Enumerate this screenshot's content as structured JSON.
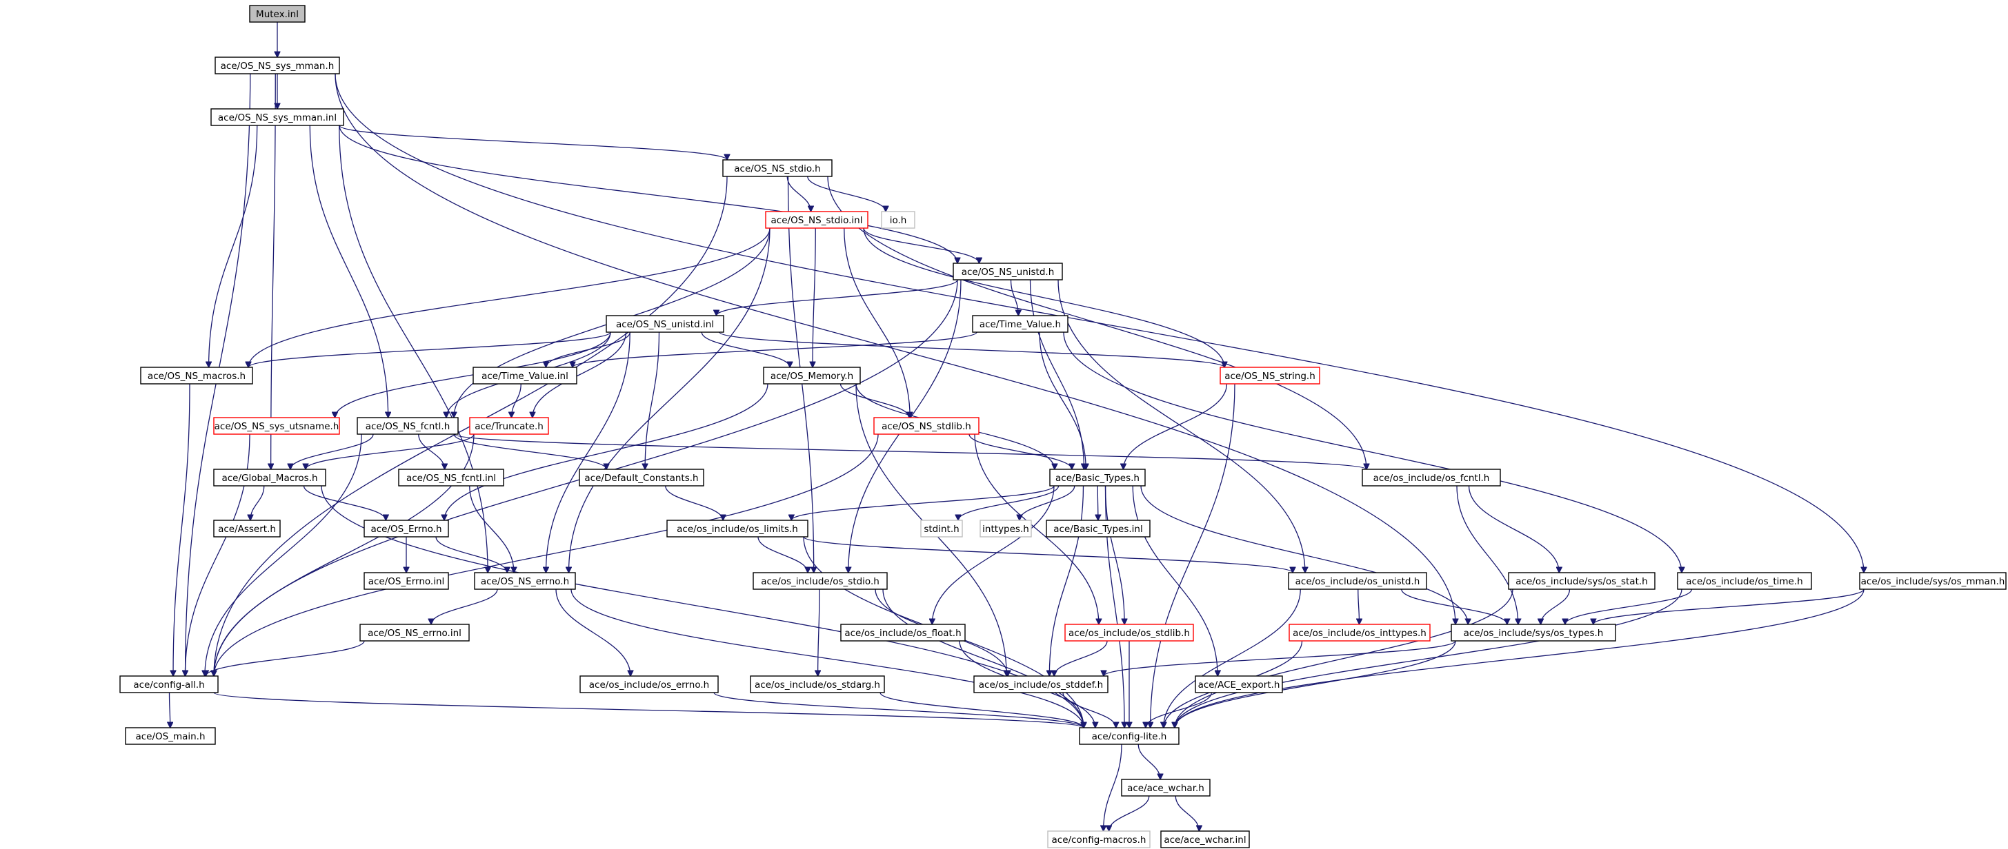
{
  "nodes": [
    {
      "id": "n0",
      "label": "Mutex.inl",
      "style": "root"
    },
    {
      "id": "n1",
      "label": "ace/OS_NS_sys_mman.h",
      "style": "normal"
    },
    {
      "id": "n2",
      "label": "ace/OS_NS_sys_mman.inl",
      "style": "normal"
    },
    {
      "id": "n3",
      "label": "ace/OS_NS_stdio.h",
      "style": "normal"
    },
    {
      "id": "n4",
      "label": "ace/OS_NS_stdio.inl",
      "style": "red"
    },
    {
      "id": "n5",
      "label": "io.h",
      "style": "external"
    },
    {
      "id": "n6",
      "label": "ace/OS_NS_unistd.h",
      "style": "normal"
    },
    {
      "id": "n7",
      "label": "ace/OS_NS_unistd.inl",
      "style": "normal"
    },
    {
      "id": "n8",
      "label": "ace/Time_Value.h",
      "style": "normal"
    },
    {
      "id": "n9",
      "label": "ace/OS_NS_macros.h",
      "style": "normal"
    },
    {
      "id": "n10",
      "label": "ace/Time_Value.inl",
      "style": "normal"
    },
    {
      "id": "n11",
      "label": "ace/OS_Memory.h",
      "style": "normal"
    },
    {
      "id": "n12",
      "label": "ace/OS_NS_string.h",
      "style": "red"
    },
    {
      "id": "n13",
      "label": "ace/OS_NS_sys_utsname.h",
      "style": "red"
    },
    {
      "id": "n14",
      "label": "ace/OS_NS_fcntl.h",
      "style": "normal"
    },
    {
      "id": "n15",
      "label": "ace/Truncate.h",
      "style": "red"
    },
    {
      "id": "n16",
      "label": "ace/OS_NS_stdlib.h",
      "style": "red"
    },
    {
      "id": "n17",
      "label": "ace/Global_Macros.h",
      "style": "normal"
    },
    {
      "id": "n18",
      "label": "ace/OS_NS_fcntl.inl",
      "style": "normal"
    },
    {
      "id": "n19",
      "label": "ace/Default_Constants.h",
      "style": "normal"
    },
    {
      "id": "n20",
      "label": "ace/Basic_Types.h",
      "style": "normal"
    },
    {
      "id": "n21",
      "label": "ace/os_include/os_fcntl.h",
      "style": "normal"
    },
    {
      "id": "n22",
      "label": "ace/Assert.h",
      "style": "normal"
    },
    {
      "id": "n23",
      "label": "ace/OS_Errno.h",
      "style": "normal"
    },
    {
      "id": "n24",
      "label": "ace/os_include/os_limits.h",
      "style": "normal"
    },
    {
      "id": "n25",
      "label": "stdint.h",
      "style": "external"
    },
    {
      "id": "n26",
      "label": "inttypes.h",
      "style": "external"
    },
    {
      "id": "n27",
      "label": "ace/Basic_Types.inl",
      "style": "normal"
    },
    {
      "id": "n28",
      "label": "ace/OS_Errno.inl",
      "style": "normal"
    },
    {
      "id": "n29",
      "label": "ace/OS_NS_errno.h",
      "style": "normal"
    },
    {
      "id": "n30",
      "label": "ace/os_include/os_stdio.h",
      "style": "normal"
    },
    {
      "id": "n31",
      "label": "ace/os_include/os_unistd.h",
      "style": "normal"
    },
    {
      "id": "n32",
      "label": "ace/os_include/sys/os_stat.h",
      "style": "normal"
    },
    {
      "id": "n33",
      "label": "ace/os_include/os_time.h",
      "style": "normal"
    },
    {
      "id": "n34",
      "label": "ace/os_include/sys/os_mman.h",
      "style": "normal"
    },
    {
      "id": "n35",
      "label": "ace/OS_NS_errno.inl",
      "style": "normal"
    },
    {
      "id": "n36",
      "label": "ace/os_include/os_float.h",
      "style": "normal"
    },
    {
      "id": "n37",
      "label": "ace/os_include/os_stdlib.h",
      "style": "red"
    },
    {
      "id": "n38",
      "label": "ace/os_include/os_inttypes.h",
      "style": "red"
    },
    {
      "id": "n39",
      "label": "ace/os_include/sys/os_types.h",
      "style": "normal"
    },
    {
      "id": "n40",
      "label": "ace/config-all.h",
      "style": "normal"
    },
    {
      "id": "n41",
      "label": "ace/os_include/os_errno.h",
      "style": "normal"
    },
    {
      "id": "n42",
      "label": "ace/os_include/os_stdarg.h",
      "style": "normal"
    },
    {
      "id": "n43",
      "label": "ace/os_include/os_stddef.h",
      "style": "normal"
    },
    {
      "id": "n44",
      "label": "ace/ACE_export.h",
      "style": "normal"
    },
    {
      "id": "n45",
      "label": "ace/OS_main.h",
      "style": "normal"
    },
    {
      "id": "n46",
      "label": "ace/config-lite.h",
      "style": "normal"
    },
    {
      "id": "n47",
      "label": "ace/ace_wchar.h",
      "style": "normal"
    },
    {
      "id": "n48",
      "label": "ace/config-macros.h",
      "style": "external"
    },
    {
      "id": "n49",
      "label": "ace/ace_wchar.inl",
      "style": "normal"
    }
  ],
  "edges": [
    [
      "n0",
      "n1"
    ],
    [
      "n1",
      "n2"
    ],
    [
      "n1",
      "n40"
    ],
    [
      "n1",
      "n17"
    ],
    [
      "n1",
      "n39"
    ],
    [
      "n1",
      "n34"
    ],
    [
      "n2",
      "n3"
    ],
    [
      "n2",
      "n6"
    ],
    [
      "n2",
      "n9"
    ],
    [
      "n2",
      "n14"
    ],
    [
      "n2",
      "n29"
    ],
    [
      "n3",
      "n4"
    ],
    [
      "n3",
      "n5"
    ],
    [
      "n3",
      "n40"
    ],
    [
      "n3",
      "n21"
    ],
    [
      "n3",
      "n30"
    ],
    [
      "n4",
      "n6"
    ],
    [
      "n4",
      "n9"
    ],
    [
      "n4",
      "n11"
    ],
    [
      "n4",
      "n16"
    ],
    [
      "n4",
      "n12"
    ],
    [
      "n4",
      "n14"
    ],
    [
      "n4",
      "n29"
    ],
    [
      "n6",
      "n7"
    ],
    [
      "n6",
      "n8"
    ],
    [
      "n6",
      "n20"
    ],
    [
      "n6",
      "n31"
    ],
    [
      "n6",
      "n30"
    ],
    [
      "n6",
      "n40"
    ],
    [
      "n7",
      "n9"
    ],
    [
      "n7",
      "n10"
    ],
    [
      "n7",
      "n11"
    ],
    [
      "n7",
      "n12"
    ],
    [
      "n7",
      "n13"
    ],
    [
      "n7",
      "n14"
    ],
    [
      "n7",
      "n15"
    ],
    [
      "n7",
      "n19"
    ],
    [
      "n7",
      "n29"
    ],
    [
      "n8",
      "n10"
    ],
    [
      "n8",
      "n20"
    ],
    [
      "n8",
      "n33"
    ],
    [
      "n9",
      "n40"
    ],
    [
      "n10",
      "n15"
    ],
    [
      "n11",
      "n16"
    ],
    [
      "n11",
      "n20"
    ],
    [
      "n11",
      "n23"
    ],
    [
      "n11",
      "n43"
    ],
    [
      "n12",
      "n20"
    ],
    [
      "n12",
      "n46"
    ],
    [
      "n13",
      "n40"
    ],
    [
      "n14",
      "n17"
    ],
    [
      "n14",
      "n18"
    ],
    [
      "n14",
      "n19"
    ],
    [
      "n14",
      "n21"
    ],
    [
      "n14",
      "n40"
    ],
    [
      "n15",
      "n17"
    ],
    [
      "n15",
      "n40"
    ],
    [
      "n16",
      "n20"
    ],
    [
      "n16",
      "n37"
    ],
    [
      "n16",
      "n40"
    ],
    [
      "n17",
      "n22"
    ],
    [
      "n17",
      "n23"
    ],
    [
      "n17",
      "n46"
    ],
    [
      "n18",
      "n29"
    ],
    [
      "n19",
      "n24"
    ],
    [
      "n20",
      "n24"
    ],
    [
      "n20",
      "n25"
    ],
    [
      "n20",
      "n26"
    ],
    [
      "n20",
      "n27"
    ],
    [
      "n20",
      "n36"
    ],
    [
      "n20",
      "n37"
    ],
    [
      "n20",
      "n43"
    ],
    [
      "n20",
      "n44"
    ],
    [
      "n20",
      "n39"
    ],
    [
      "n20",
      "n46"
    ],
    [
      "n21",
      "n32"
    ],
    [
      "n21",
      "n39"
    ],
    [
      "n23",
      "n28"
    ],
    [
      "n23",
      "n29"
    ],
    [
      "n24",
      "n30"
    ],
    [
      "n24",
      "n31"
    ],
    [
      "n24",
      "n46"
    ],
    [
      "n29",
      "n35"
    ],
    [
      "n29",
      "n41"
    ],
    [
      "n29",
      "n46"
    ],
    [
      "n30",
      "n42"
    ],
    [
      "n30",
      "n43"
    ],
    [
      "n30",
      "n46"
    ],
    [
      "n31",
      "n38"
    ],
    [
      "n31",
      "n39"
    ],
    [
      "n31",
      "n46"
    ],
    [
      "n32",
      "n39"
    ],
    [
      "n32",
      "n46"
    ],
    [
      "n33",
      "n39"
    ],
    [
      "n33",
      "n46"
    ],
    [
      "n34",
      "n39"
    ],
    [
      "n34",
      "n46"
    ],
    [
      "n35",
      "n40"
    ],
    [
      "n36",
      "n46"
    ],
    [
      "n37",
      "n43"
    ],
    [
      "n37",
      "n46"
    ],
    [
      "n38",
      "n46"
    ],
    [
      "n39",
      "n43"
    ],
    [
      "n39",
      "n46"
    ],
    [
      "n40",
      "n45"
    ],
    [
      "n40",
      "n46"
    ],
    [
      "n41",
      "n46"
    ],
    [
      "n42",
      "n46"
    ],
    [
      "n43",
      "n46"
    ],
    [
      "n44",
      "n46"
    ],
    [
      "n46",
      "n47"
    ],
    [
      "n46",
      "n48"
    ],
    [
      "n47",
      "n48"
    ],
    [
      "n47",
      "n49"
    ]
  ]
}
